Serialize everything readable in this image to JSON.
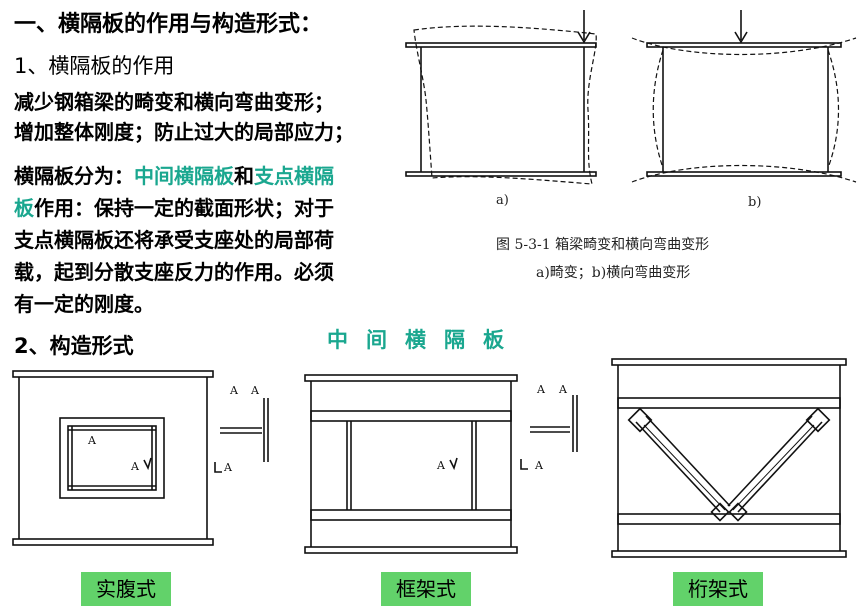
{
  "heading": "一、横隔板的作用与构造形式：",
  "section1": {
    "title": "1、横隔板的作用",
    "line1": "减少钢箱梁的畸变和横向弯曲变形；",
    "line2": "增加整体刚度；防止过大的局部应力；"
  },
  "types": {
    "prefix": "横隔板分为：",
    "middle": "中间横隔板",
    "and": "和",
    "support_a": "支点横隔",
    "support_b": "板",
    "rest1": "作用：保持一定的截面形状；对于",
    "line2": "支点横隔板还将承受支座处的局部荷",
    "line3": "载，起到分散支座反力的作用。必须",
    "line4": "有一定的刚度。"
  },
  "section2": {
    "title": "2、构造形式"
  },
  "middle_title": "中间横隔板",
  "figure": {
    "a_label": "a)",
    "b_label": "b)",
    "caption": "图 5-3-1   箱梁畸变和横向弯曲变形",
    "subcaption": "a)畸变；b)横向弯曲变形"
  },
  "drawing_marks": {
    "a": "A"
  },
  "labels": {
    "solid": "实腹式",
    "frame": "框架式",
    "truss": "桁架式"
  }
}
